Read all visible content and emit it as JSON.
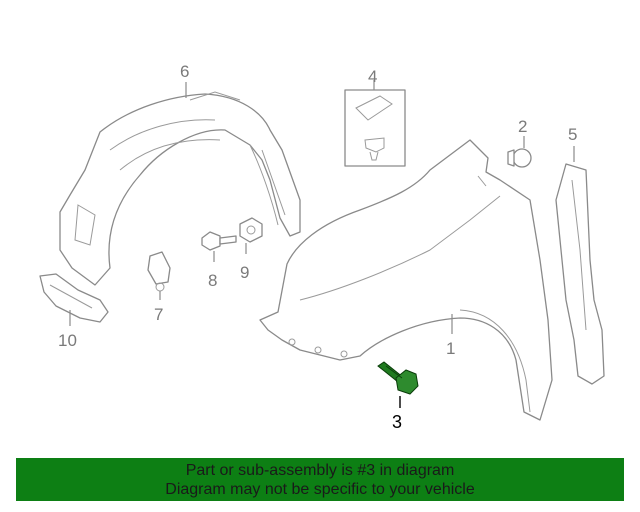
{
  "callouts": {
    "c1": "1",
    "c2": "2",
    "c3": "3",
    "c4": "4",
    "c5": "5",
    "c6": "6",
    "c7": "7",
    "c8": "8",
    "c9": "9",
    "c10": "10"
  },
  "highlight": {
    "part_number": "3",
    "color": "#1f7a1f"
  },
  "banner": {
    "line1": "Part or sub-assembly is #3 in diagram",
    "line2": "Diagram may not be specific to your vehicle",
    "background": "#0d7f14"
  }
}
